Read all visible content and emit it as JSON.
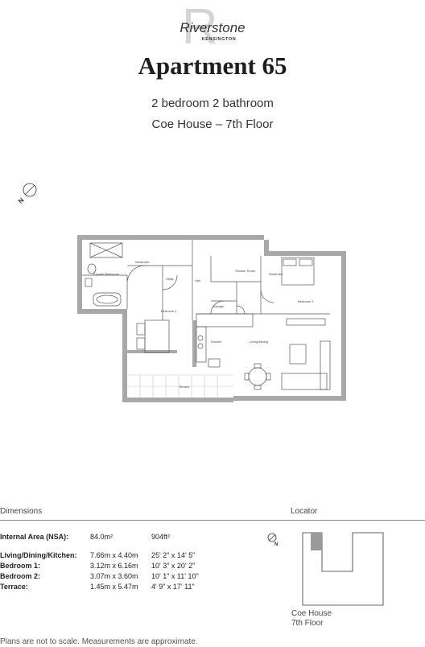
{
  "brand": {
    "name": "Riverstone",
    "sub": "KENSINGTON"
  },
  "title": "Apartment 65",
  "subtitle_1": "2 bedroom 2 bathroom",
  "subtitle_2": "Coe House – 7th Floor",
  "compass": {
    "label": "N"
  },
  "plan_labels": {
    "ensuite": "Ensuite Bathroom",
    "wardrobe_1": "Wardrobe",
    "utility": "Utility",
    "hall": "Hall",
    "shower": "Shower Room",
    "wardrobe_2": "Wardrobe",
    "storage": "Storage",
    "bedroom_1": "Bedroom 1",
    "bedroom_2": "Bedroom 2",
    "kitchen": "Kitchen",
    "living": "Living/Dining",
    "terrace": "Terrace"
  },
  "dimensions": {
    "heading": "Dimensions",
    "rows": [
      {
        "label": "Internal Area (NSA):",
        "metric": "84.0m²",
        "imperial": "904ft²"
      },
      {
        "label": "Living/Dining/Kitchen:",
        "metric": "7.66m x 4.40m",
        "imperial": "25' 2\" x 14' 5\""
      },
      {
        "label": "Bedroom 1:",
        "metric": "3.12m x 6.16m",
        "imperial": "10' 3\" x 20' 2\""
      },
      {
        "label": "Bedroom 2:",
        "metric": "3.07m x 3.60m",
        "imperial": "10' 1\" x 11' 10\""
      },
      {
        "label": "Terrace:",
        "metric": "1.45m x 5.47m",
        "imperial": "4' 9\" x 17' 11\""
      }
    ]
  },
  "locator": {
    "heading": "Locator",
    "compass_label": "N",
    "building": "Coe House",
    "floor": "7th Floor"
  },
  "disclaimer": "Plans are not to scale. Measurements are approximate."
}
